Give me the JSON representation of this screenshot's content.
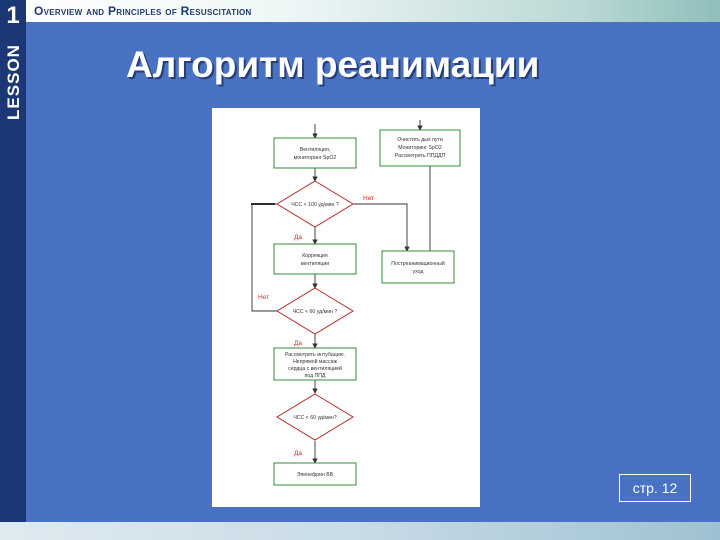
{
  "header": {
    "lesson_number": "1",
    "lesson_word": "LESSON",
    "lesson_title": "Overview and Principles of Resuscitation"
  },
  "slide": {
    "title": "Алгоритм реанимации",
    "page_ref": "стр. 12"
  },
  "flowchart": {
    "box_vent_1": "Вентиляция,",
    "box_vent_2": "мониторинг SpO2",
    "box_top_right_1": "Очистить дых пути",
    "box_top_right_2": "Мониторинг SpO2",
    "box_top_right_3": "Рассмотреть ППДДП",
    "diamond_1": "ЧСС < 100 уд/мин ?",
    "label_no_1": "Нет",
    "label_yes_1": "Да",
    "box_correction_1": "Коррекция",
    "box_correction_2": "вентиляции",
    "box_post_1": "Постреанимационный",
    "box_post_2": "уход",
    "label_no_2": "Нет",
    "diamond_2": "ЧСС < 60 уд/мин ?",
    "label_yes_2": "Да",
    "box_intub_1": "Рассмотреть интубацию.",
    "box_intub_2": "Непрямой массаж",
    "box_intub_3": "сердца с вентиляцией",
    "box_intub_4": "под ППД",
    "diamond_3": "ЧСС < 60 уд/мин?",
    "label_yes_3": "Да",
    "box_epi": "Эпинефрин ВВ"
  },
  "colors": {
    "background": "#4a72c3",
    "side_bar": "#1b3775",
    "diagram_border": "#2e8b3e",
    "diamond_border": "#b52b2b",
    "label_red": "#d52a2a"
  }
}
